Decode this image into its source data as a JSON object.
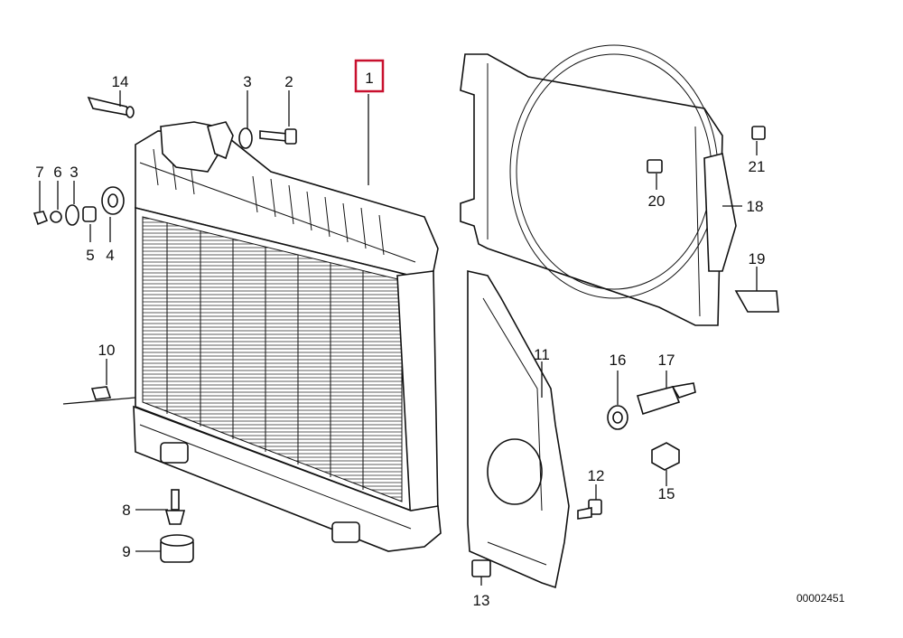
{
  "diagram": {
    "highlighted_part": "1",
    "highlight_color": "#c8102e",
    "diagram_id": "00002451",
    "callouts": {
      "c1": "1",
      "c2": "2",
      "c3a": "3",
      "c3b": "3",
      "c4": "4",
      "c5": "5",
      "c6": "6",
      "c7": "7",
      "c8": "8",
      "c9": "9",
      "c10": "10",
      "c11": "11",
      "c12": "12",
      "c13": "13",
      "c14": "14",
      "c15": "15",
      "c16": "16",
      "c17": "17",
      "c18": "18",
      "c19": "19",
      "c20": "20",
      "c21": "21"
    }
  }
}
